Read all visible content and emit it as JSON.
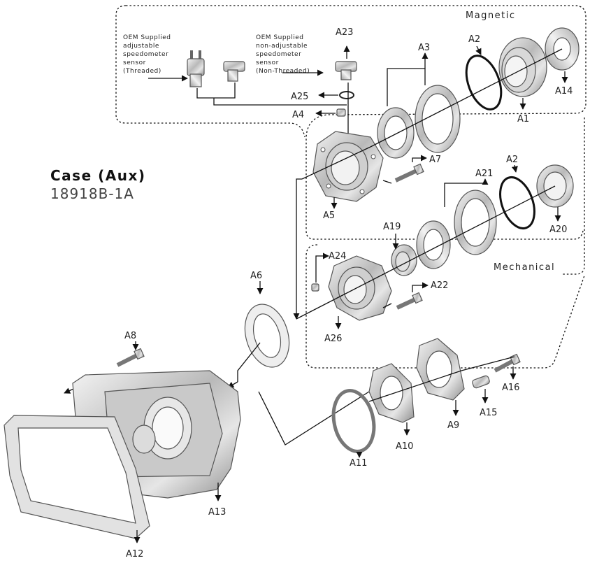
{
  "title": "Case (Aux)",
  "part_number": "18918B-1A",
  "sections": {
    "magnetic": "Magnetic",
    "mechanical": "Mechanical"
  },
  "sensors": {
    "adjustable": [
      "OEM Supplied",
      "adjustable",
      "speedometer",
      "sensor",
      "(Threaded)"
    ],
    "non_adjustable": [
      "OEM Supplied",
      "non-adjustable",
      "speedometer",
      "sensor",
      "(Non-Threaded)"
    ]
  },
  "callouts": {
    "A1": "A1",
    "A2": "A2",
    "A2b": "A2",
    "A3": "A3",
    "A4": "A4",
    "A5": "A5",
    "A6": "A6",
    "A7": "A7",
    "A8": "A8",
    "A9": "A9",
    "A10": "A10",
    "A11": "A11",
    "A12": "A12",
    "A13": "A13",
    "A14": "A14",
    "A15": "A15",
    "A16": "A16",
    "A19": "A19",
    "A20": "A20",
    "A21": "A21",
    "A22": "A22",
    "A23": "A23",
    "A24": "A24",
    "A25": "A25",
    "A26": "A26"
  }
}
